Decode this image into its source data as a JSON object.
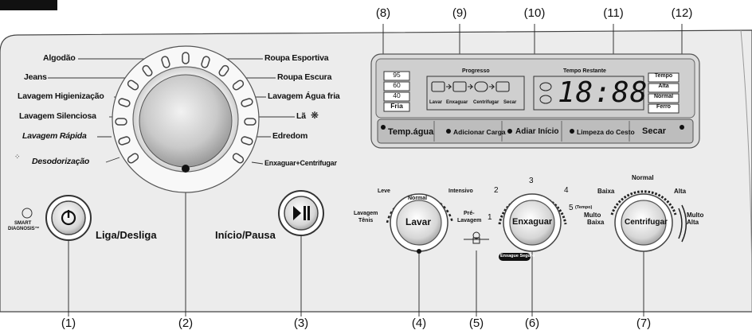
{
  "callouts": {
    "c1": "(1)",
    "c2": "(2)",
    "c3": "(3)",
    "c4": "(4)",
    "c5": "(5)",
    "c6": "(6)",
    "c7": "(7)",
    "c8": "(8)",
    "c9": "(9)",
    "c10": "(10)",
    "c11": "(11)",
    "c12": "(12)"
  },
  "programs_left": [
    "Algodão",
    "Jeans",
    "Lavagem Higienização",
    "Lavagem Silenciosa",
    "Lavagem Rápida",
    "Desodorização"
  ],
  "programs_right": [
    "Roupa Esportiva",
    "Roupa Escura",
    "Lavagem Água fria",
    "Lã",
    "Edredom",
    "Enxaguar+Centrifugar"
  ],
  "power": {
    "diagnosis_top": "SMART",
    "diagnosis_bottom": "DIAGNOSIS™",
    "label": "Liga/Desliga"
  },
  "start": {
    "label": "Início/Pausa"
  },
  "display": {
    "temps": [
      "95",
      "60",
      "40",
      "Fria"
    ],
    "progress_title": "Progresso",
    "progress_steps": [
      "Lavar",
      "Enxaguar",
      "Centrifugar",
      "Secar"
    ],
    "time_title": "Tempo Restante",
    "digits": "18:88",
    "dry_options": [
      "Tempo",
      "Alta",
      "Normal",
      "Ferro"
    ]
  },
  "buttons": {
    "temp": "Temp.água",
    "add": "Adicionar Carga",
    "delay": "Adiar Início",
    "clean": "Limpeza do Cesto",
    "dry": "Secar"
  },
  "lavar": {
    "label": "Lavar",
    "top": "Normal",
    "leve": "Leve",
    "intensivo": "Intensivo",
    "tenis_1": "Lavagem",
    "tenis_2": "Tênis",
    "pre_1": "Pré-",
    "pre_2": "Lavagem"
  },
  "enxaguar": {
    "label": "Enxaguar",
    "n1": "1",
    "n2": "2",
    "n3": "3",
    "n4": "4",
    "n5": "5",
    "n5_sub": "(Tempo)",
    "badge": "Enxague Seguro"
  },
  "centrifugar": {
    "label": "Centrifugar",
    "top": "Normal",
    "baixa": "Baixa",
    "alta": "Alta",
    "multo_baixa_1": "Multo",
    "multo_baixa_2": "Baixa",
    "multo_alta_1": "Multo",
    "multo_alta_2": "Alta"
  },
  "colors": {
    "panel": "#ededed",
    "lcd": "#cfcfcf",
    "btnrow": "#bdbdbd",
    "black": "#111111"
  }
}
